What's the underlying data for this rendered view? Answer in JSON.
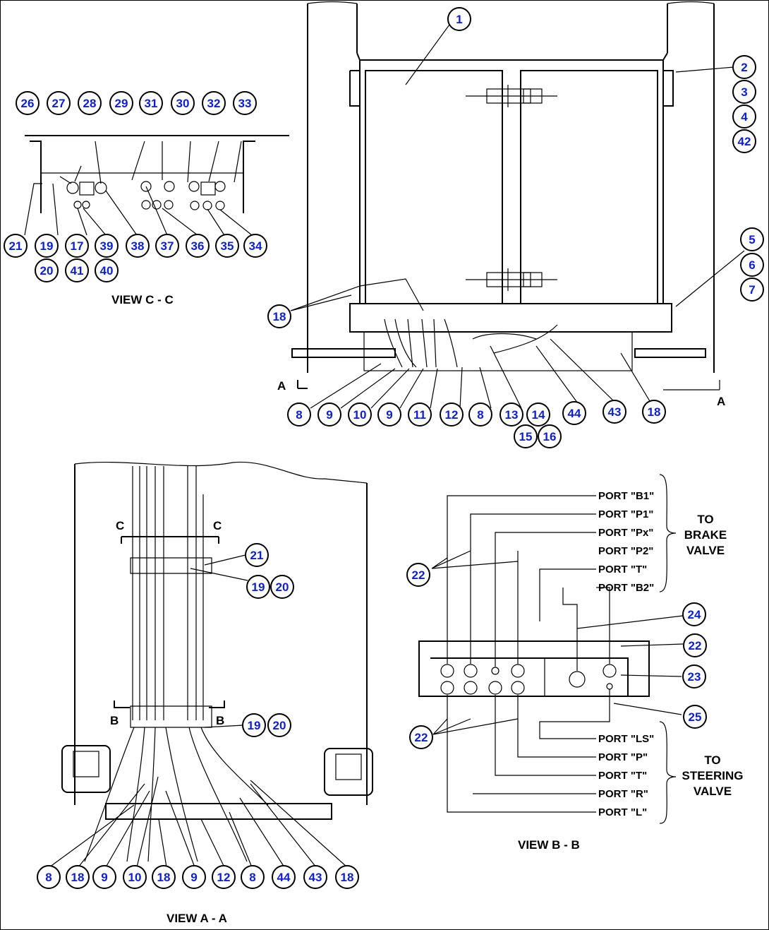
{
  "views": {
    "cc": {
      "title": "VIEW C - C"
    },
    "aa": {
      "title": "VIEW A - A"
    },
    "bb": {
      "title": "VIEW B - B"
    }
  },
  "section_marks": {
    "a_left": "A",
    "a_right": "A",
    "c_left": "C",
    "c_right": "C",
    "b_left": "B",
    "b_right": "B"
  },
  "ports_brake": [
    "PORT \"B1\"",
    "PORT \"P1\"",
    "PORT \"Px\"",
    "PORT \"P2\"",
    "PORT \"T\"",
    "PORT \"B2\""
  ],
  "ports_steering": [
    "PORT \"LS\"",
    "PORT \"P\"",
    "PORT \"T\"",
    "PORT \"R\"",
    "PORT \"L\""
  ],
  "to_brake": [
    "TO",
    "BRAKE",
    "VALVE"
  ],
  "to_steering": [
    "TO",
    "STEERING",
    "VALVE"
  ],
  "balloons": [
    {
      "n": "1"
    },
    {
      "n": "2"
    },
    {
      "n": "3"
    },
    {
      "n": "4"
    },
    {
      "n": "42"
    },
    {
      "n": "5"
    },
    {
      "n": "6"
    },
    {
      "n": "7"
    },
    {
      "n": "18"
    },
    {
      "n": "8"
    },
    {
      "n": "9"
    },
    {
      "n": "10"
    },
    {
      "n": "9"
    },
    {
      "n": "11"
    },
    {
      "n": "12"
    },
    {
      "n": "8"
    },
    {
      "n": "13"
    },
    {
      "n": "14"
    },
    {
      "n": "15"
    },
    {
      "n": "16"
    },
    {
      "n": "44"
    },
    {
      "n": "43"
    },
    {
      "n": "18"
    },
    {
      "n": "26"
    },
    {
      "n": "27"
    },
    {
      "n": "28"
    },
    {
      "n": "29"
    },
    {
      "n": "31"
    },
    {
      "n": "30"
    },
    {
      "n": "32"
    },
    {
      "n": "33"
    },
    {
      "n": "21"
    },
    {
      "n": "19"
    },
    {
      "n": "17"
    },
    {
      "n": "39"
    },
    {
      "n": "38"
    },
    {
      "n": "37"
    },
    {
      "n": "36"
    },
    {
      "n": "35"
    },
    {
      "n": "34"
    },
    {
      "n": "20"
    },
    {
      "n": "41"
    },
    {
      "n": "40"
    },
    {
      "n": "21"
    },
    {
      "n": "19"
    },
    {
      "n": "20"
    },
    {
      "n": "19"
    },
    {
      "n": "20"
    },
    {
      "n": "8"
    },
    {
      "n": "18"
    },
    {
      "n": "9"
    },
    {
      "n": "10"
    },
    {
      "n": "18"
    },
    {
      "n": "9"
    },
    {
      "n": "12"
    },
    {
      "n": "8"
    },
    {
      "n": "44"
    },
    {
      "n": "43"
    },
    {
      "n": "18"
    },
    {
      "n": "22"
    },
    {
      "n": "24"
    },
    {
      "n": "22"
    },
    {
      "n": "23"
    },
    {
      "n": "25"
    },
    {
      "n": "22"
    }
  ]
}
